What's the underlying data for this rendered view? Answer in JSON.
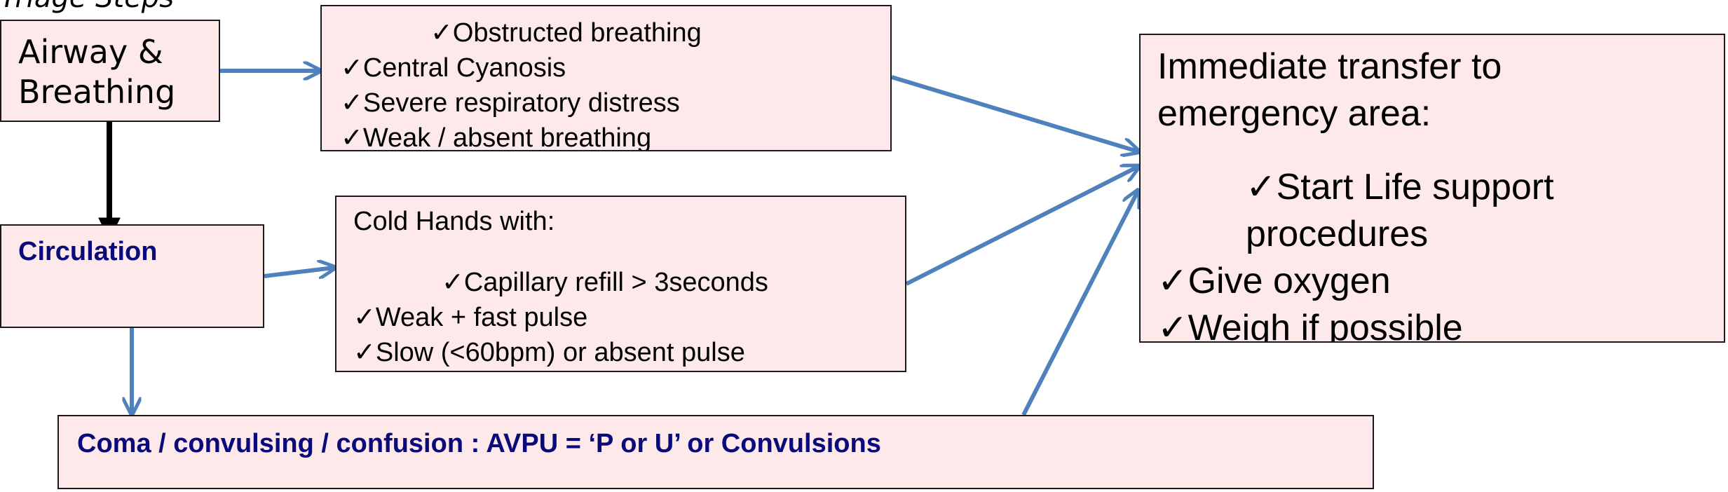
{
  "header_fragment": "Triage Steps",
  "airway_box": {
    "title": "Airway & Breathing"
  },
  "airway_signs": {
    "check_glyph": "✓",
    "items": [
      "Obstructed breathing",
      "Central Cyanosis",
      "Severe respiratory distress",
      "Weak / absent breathing"
    ]
  },
  "circulation_box": {
    "title": "Circulation"
  },
  "circulation_signs": {
    "heading": "Cold Hands with:",
    "check_glyph": "✓",
    "items": [
      "Capillary refill > 3seconds",
      "Weak + fast pulse",
      "Slow (<60bpm) or absent pulse"
    ]
  },
  "emergency_box": {
    "title_lines": [
      "Immediate transfer to",
      "emergency area:"
    ],
    "check_glyph": "✓",
    "first_item_lines": [
      "Start Life support",
      "procedures"
    ],
    "items": [
      "Give oxygen",
      "Weigh if possible"
    ]
  },
  "coma_box": {
    "title": "Coma / convulsing / confusion : AVPU = ‘P or U’ or Convulsions"
  },
  "colors": {
    "box_fill": "#fde9e9",
    "arrow_blue": "#4f81bd",
    "arrow_black": "#000000",
    "title_navy": "#0a0a7a"
  }
}
